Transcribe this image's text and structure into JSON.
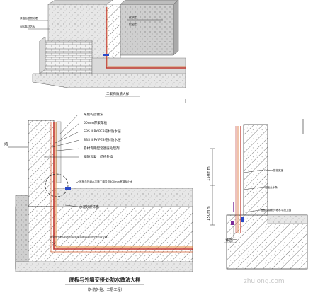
{
  "top_detail": {
    "caption": "二聚构做法大样",
    "labels": [
      "原墙面基层处理",
      "SBS卷材防水",
      "保护层",
      "附加层"
    ]
  },
  "main_detail": {
    "labels": {
      "a": "某能构造做法",
      "b": "50mm厚聚苯板",
      "c": "SBS II PY-PE3卷材防水层",
      "d": "SBS II PY-PE3卷材防水层",
      "e": "卷材专用配套基层处理剂",
      "f": "钢筋混凝土结构外墙",
      "g": "底板与外墙水平施工缝另设300mm宽钢板止水",
      "h": "水泥砂浆抹面",
      "i": "500mm宽SBS附加层转角线两边150mm范围空铺"
    },
    "marker": "墙一",
    "title": "底板与外墙交接处防水做法大样",
    "subtitle": "（外防外贴、二层工程）"
  },
  "right_detail": {
    "dims": [
      "150mm",
      "150mm"
    ],
    "labels": [
      "150mm搭接宽度",
      "钢板止水条",
      "底板与钢筋外墙水平施工缝"
    ],
    "marker": "详图一"
  },
  "watermark": "zhulong.com"
}
